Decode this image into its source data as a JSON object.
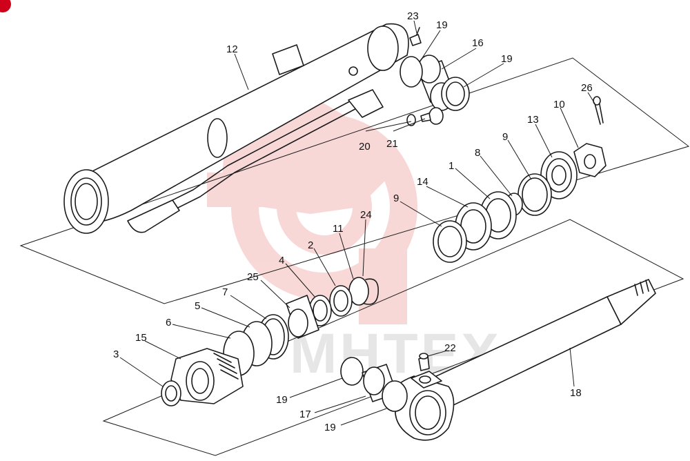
{
  "watermark": {
    "text": "МНТЕХ",
    "logo": "gear-tap-logo",
    "color": "#f4b8b8"
  },
  "labels": {
    "l23": "23",
    "l19a": "19",
    "l16": "16",
    "l19b": "19",
    "l12": "12",
    "l26": "26",
    "l10": "10",
    "l13": "13",
    "l9a": "9",
    "l8": "8",
    "l1": "1",
    "l14": "14",
    "l9b": "9",
    "l24": "24",
    "l11": "11",
    "l2": "2",
    "l4": "4",
    "l25": "25",
    "l7": "7",
    "l5": "5",
    "l6": "6",
    "l15": "15",
    "l3": "3",
    "l20": "20",
    "l21": "21",
    "l22": "22",
    "l18": "18",
    "l19c": "19",
    "l17": "17",
    "l19d": "19"
  },
  "badge": {
    "color": "#d0021b"
  }
}
